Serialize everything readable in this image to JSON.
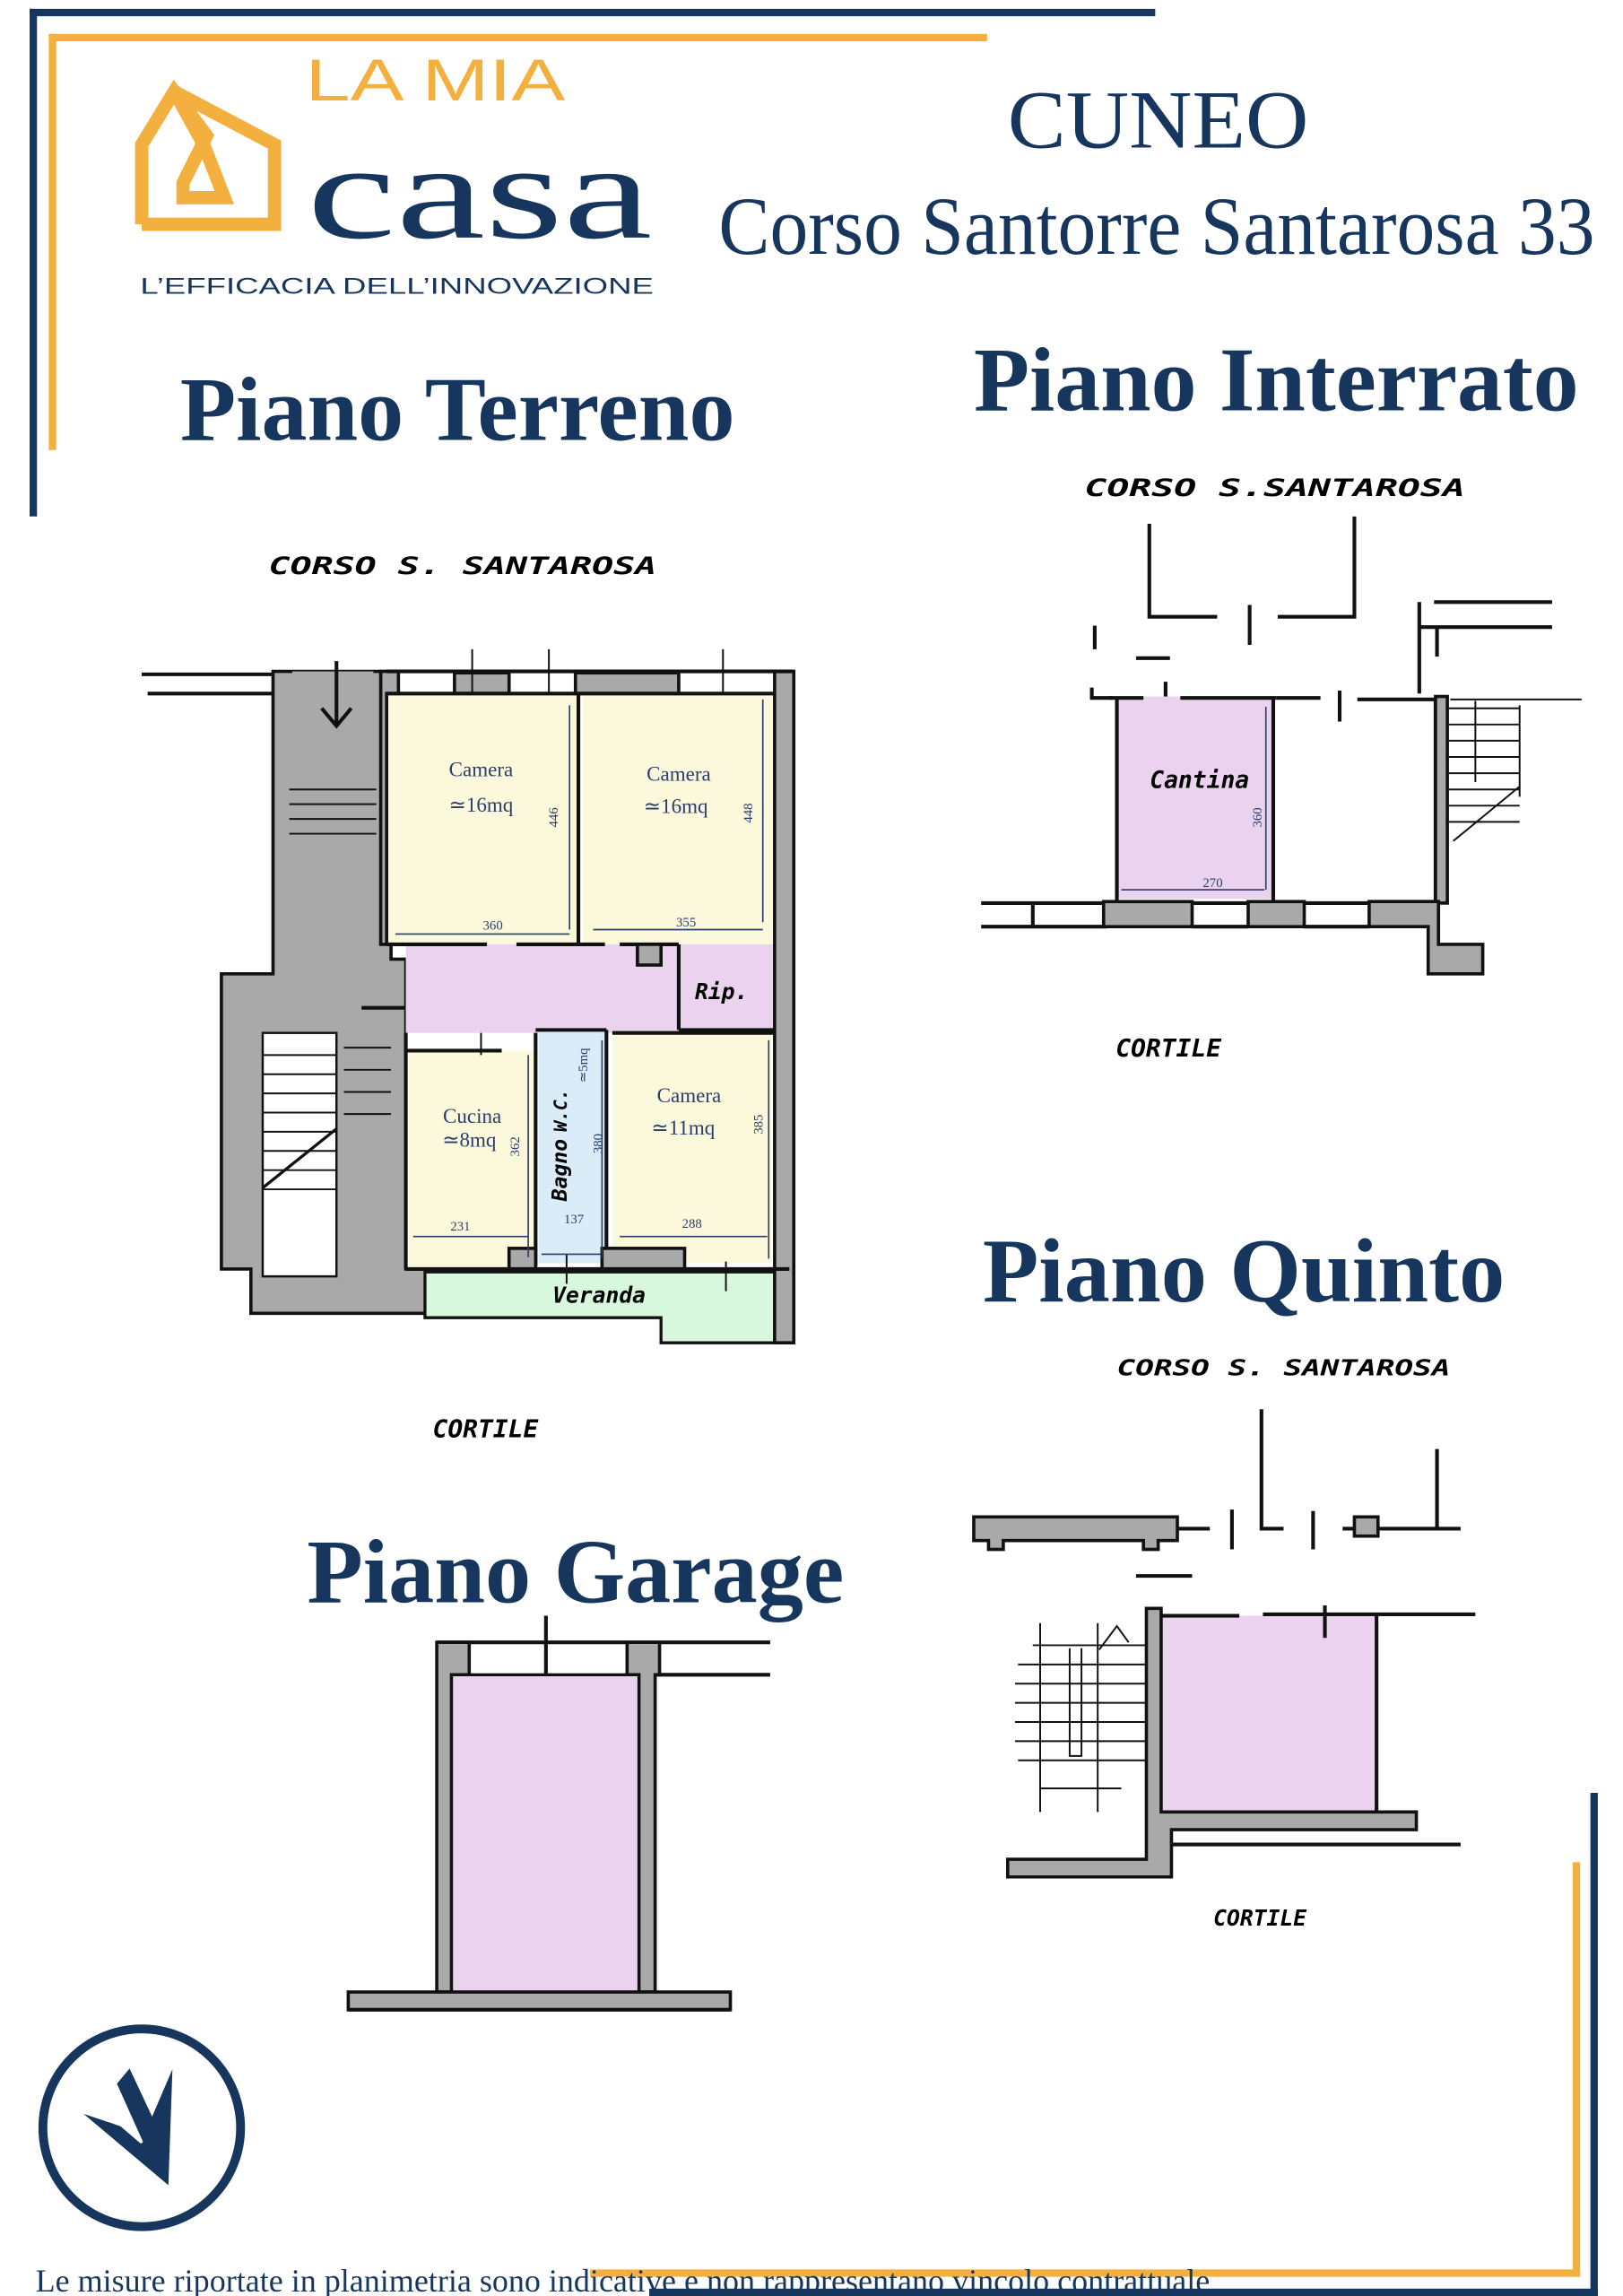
{
  "brand": {
    "logo_top": "LA MIA",
    "logo_main": "casa",
    "tagline": "L’EFFICACIA DELL’INNOVAZIONE"
  },
  "header": {
    "city": "CUNEO",
    "address": "Corso Santorre Santarosa 33"
  },
  "colors": {
    "navy": "#17365d",
    "orange": "#f4b03e",
    "wall_gray": "#a9a9a9",
    "room_yellow": "#fbf8dc",
    "room_pink": "#ebd3f0",
    "room_blue": "#d9ecf7",
    "room_green": "#d7f8dc"
  },
  "plans": {
    "terreno": {
      "title": "Piano Terreno",
      "street": "CORSO S. SANTAROSA",
      "courtyard": "CORTILE",
      "rooms": {
        "camera1": {
          "name": "Camera",
          "area": "≃16mq",
          "width": "360",
          "depth": "446"
        },
        "camera2": {
          "name": "Camera",
          "area": "≃16mq",
          "width": "355",
          "depth": "448"
        },
        "rip": {
          "name": "Rip."
        },
        "cucina": {
          "name": "Cucina",
          "area": "≃8mq",
          "width": "231",
          "depth": "362"
        },
        "bagno": {
          "name": "Bagno",
          "sub": "W.C.",
          "area": "≃5mq",
          "width": "137",
          "depth": "380"
        },
        "camera3": {
          "name": "Camera",
          "area": "≃11mq",
          "width": "288",
          "depth": "385"
        },
        "veranda": {
          "name": "Veranda"
        }
      }
    },
    "interrato": {
      "title": "Piano Interrato",
      "street": "CORSO S.SANTAROSA",
      "courtyard": "CORTILE",
      "room": {
        "name": "Cantina",
        "width": "270",
        "depth": "360"
      }
    },
    "quinto": {
      "title": "Piano Quinto",
      "street": "CORSO S. SANTAROSA",
      "courtyard": "CORTILE"
    },
    "garage": {
      "title": "Piano Garage"
    }
  },
  "footer": {
    "disclaimer": "Le misure riportate in planimetria sono indicative e non rappresentano vincolo contrattuale"
  }
}
